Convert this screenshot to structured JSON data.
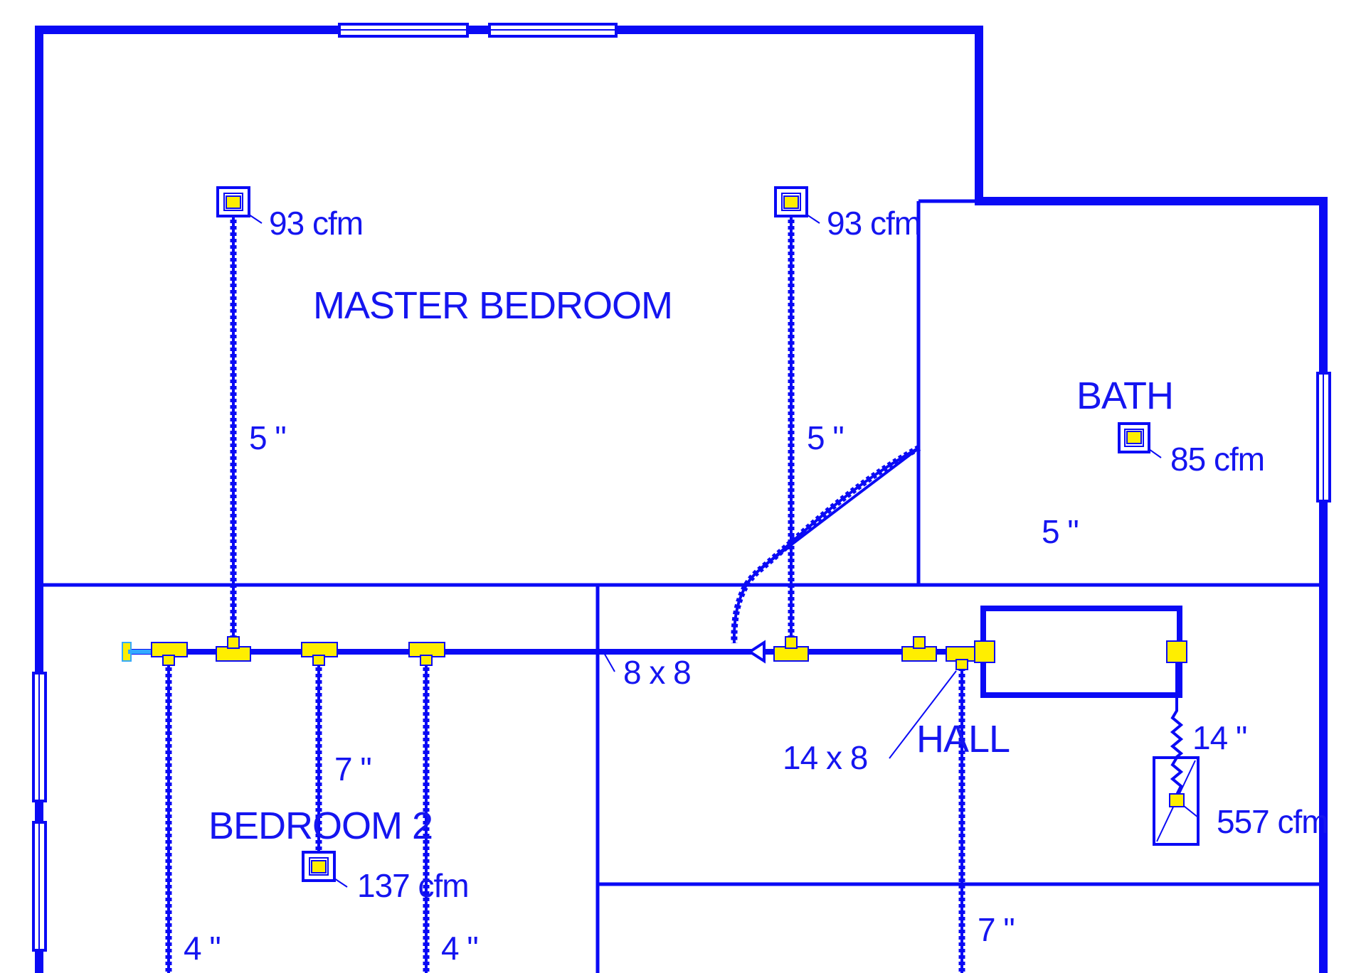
{
  "colors": {
    "lines": "#0a0af5",
    "text": "#1515f0",
    "fittings": "#ffee00",
    "background": "#ffffff"
  },
  "rooms": {
    "master_bedroom": "MASTER BEDROOM",
    "bath": "BATH",
    "bedroom_2": "BEDROOM 2",
    "hall": "HALL"
  },
  "registers": {
    "master_left": "93 cfm",
    "master_right": "93 cfm",
    "bath": "85 cfm",
    "bedroom2": "137 cfm",
    "return_grille": "557 cfm"
  },
  "ducts": {
    "master_left": "5 \"",
    "master_right": "5 \"",
    "bath": "5 \"",
    "bedroom2_mid": "7 \"",
    "bedroom2_left": "4 \"",
    "bedroom2_right": "4 \"",
    "hall_down": "7 \"",
    "return": "14 \"",
    "trunk_main": "8 x 8",
    "trunk_end": "14 x 8"
  }
}
